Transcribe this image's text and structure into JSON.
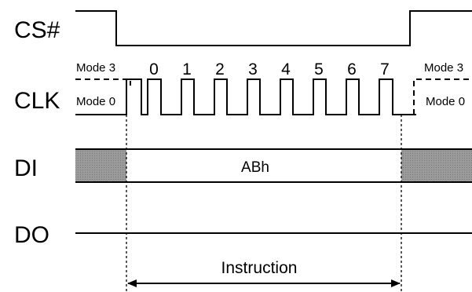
{
  "signals": {
    "cs": "CS#",
    "clk": "CLK",
    "di": "DI",
    "do": "DO"
  },
  "clock_modes": {
    "mode3_left": "Mode 3",
    "mode0_left": "Mode 0",
    "mode3_right": "Mode 3",
    "mode0_right": "Mode 0"
  },
  "clock_edges": [
    "0",
    "1",
    "2",
    "3",
    "4",
    "5",
    "6",
    "7"
  ],
  "data_in": {
    "value": "ABh",
    "hatch_color": "#9a9a9a"
  },
  "span": {
    "label": "Instruction"
  },
  "colors": {
    "line": "#000000",
    "background": "#ffffff"
  }
}
